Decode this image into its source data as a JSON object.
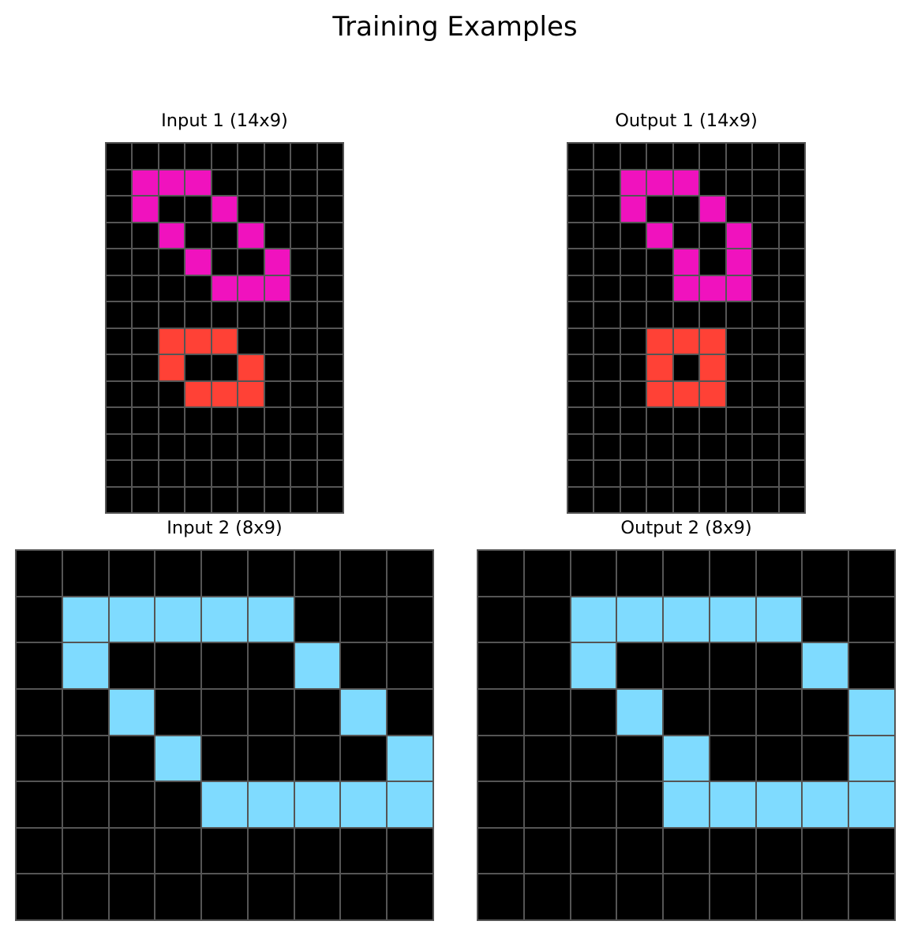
{
  "title": "Training Examples",
  "palette": {
    "0": "#000000",
    "6": "#f012be",
    "2": "#ff4136",
    "8": "#7fdbff"
  },
  "grid_line_color": "#555555",
  "examples": [
    {
      "input": {
        "title": "Input 1 (14x9)",
        "rows": [
          [
            0,
            0,
            0,
            0,
            0,
            0,
            0,
            0,
            0
          ],
          [
            0,
            6,
            6,
            6,
            0,
            0,
            0,
            0,
            0
          ],
          [
            0,
            6,
            0,
            0,
            6,
            0,
            0,
            0,
            0
          ],
          [
            0,
            0,
            6,
            0,
            0,
            6,
            0,
            0,
            0
          ],
          [
            0,
            0,
            0,
            6,
            0,
            0,
            6,
            0,
            0
          ],
          [
            0,
            0,
            0,
            0,
            6,
            6,
            6,
            0,
            0
          ],
          [
            0,
            0,
            0,
            0,
            0,
            0,
            0,
            0,
            0
          ],
          [
            0,
            0,
            2,
            2,
            2,
            0,
            0,
            0,
            0
          ],
          [
            0,
            0,
            2,
            0,
            0,
            2,
            0,
            0,
            0
          ],
          [
            0,
            0,
            0,
            2,
            2,
            2,
            0,
            0,
            0
          ],
          [
            0,
            0,
            0,
            0,
            0,
            0,
            0,
            0,
            0
          ],
          [
            0,
            0,
            0,
            0,
            0,
            0,
            0,
            0,
            0
          ],
          [
            0,
            0,
            0,
            0,
            0,
            0,
            0,
            0,
            0
          ],
          [
            0,
            0,
            0,
            0,
            0,
            0,
            0,
            0,
            0
          ]
        ]
      },
      "output": {
        "title": "Output 1 (14x9)",
        "rows": [
          [
            0,
            0,
            0,
            0,
            0,
            0,
            0,
            0,
            0
          ],
          [
            0,
            0,
            6,
            6,
            6,
            0,
            0,
            0,
            0
          ],
          [
            0,
            0,
            6,
            0,
            0,
            6,
            0,
            0,
            0
          ],
          [
            0,
            0,
            0,
            6,
            0,
            0,
            6,
            0,
            0
          ],
          [
            0,
            0,
            0,
            0,
            6,
            0,
            6,
            0,
            0
          ],
          [
            0,
            0,
            0,
            0,
            6,
            6,
            6,
            0,
            0
          ],
          [
            0,
            0,
            0,
            0,
            0,
            0,
            0,
            0,
            0
          ],
          [
            0,
            0,
            0,
            2,
            2,
            2,
            0,
            0,
            0
          ],
          [
            0,
            0,
            0,
            2,
            0,
            2,
            0,
            0,
            0
          ],
          [
            0,
            0,
            0,
            2,
            2,
            2,
            0,
            0,
            0
          ],
          [
            0,
            0,
            0,
            0,
            0,
            0,
            0,
            0,
            0
          ],
          [
            0,
            0,
            0,
            0,
            0,
            0,
            0,
            0,
            0
          ],
          [
            0,
            0,
            0,
            0,
            0,
            0,
            0,
            0,
            0
          ],
          [
            0,
            0,
            0,
            0,
            0,
            0,
            0,
            0,
            0
          ]
        ]
      }
    },
    {
      "input": {
        "title": "Input 2 (8x9)",
        "rows": [
          [
            0,
            0,
            0,
            0,
            0,
            0,
            0,
            0,
            0
          ],
          [
            0,
            8,
            8,
            8,
            8,
            8,
            0,
            0,
            0
          ],
          [
            0,
            8,
            0,
            0,
            0,
            0,
            8,
            0,
            0
          ],
          [
            0,
            0,
            8,
            0,
            0,
            0,
            0,
            8,
            0
          ],
          [
            0,
            0,
            0,
            8,
            0,
            0,
            0,
            0,
            8
          ],
          [
            0,
            0,
            0,
            0,
            8,
            8,
            8,
            8,
            8
          ],
          [
            0,
            0,
            0,
            0,
            0,
            0,
            0,
            0,
            0
          ],
          [
            0,
            0,
            0,
            0,
            0,
            0,
            0,
            0,
            0
          ]
        ]
      },
      "output": {
        "title": "Output 2 (8x9)",
        "rows": [
          [
            0,
            0,
            0,
            0,
            0,
            0,
            0,
            0,
            0
          ],
          [
            0,
            0,
            8,
            8,
            8,
            8,
            8,
            0,
            0
          ],
          [
            0,
            0,
            8,
            0,
            0,
            0,
            0,
            8,
            0
          ],
          [
            0,
            0,
            0,
            8,
            0,
            0,
            0,
            0,
            8
          ],
          [
            0,
            0,
            0,
            0,
            8,
            0,
            0,
            0,
            8
          ],
          [
            0,
            0,
            0,
            0,
            8,
            8,
            8,
            8,
            8
          ],
          [
            0,
            0,
            0,
            0,
            0,
            0,
            0,
            0,
            0
          ],
          [
            0,
            0,
            0,
            0,
            0,
            0,
            0,
            0,
            0
          ]
        ]
      }
    }
  ]
}
